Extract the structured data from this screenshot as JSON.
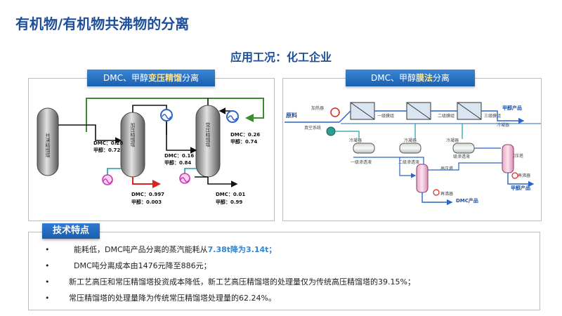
{
  "header": {
    "title": "有机物/有机物共沸物的分离",
    "subtitle": "应用工况：化工企业"
  },
  "left_panel": {
    "tab_prefix": "DMC、甲醇",
    "tab_bold": "变压精馏",
    "tab_suffix": "分离",
    "towers": [
      {
        "label": "共沸精馏塔"
      },
      {
        "label": "加压精馏塔"
      },
      {
        "label": "常压精馏塔"
      }
    ],
    "streams": {
      "s1_dmc": "DMC：0.28",
      "s1_meoh": "甲醇：0.72",
      "s2_dmc": "DMC：0.16",
      "s2_meoh": "甲醇：0.84",
      "s3_dmc": "DMC：0.26",
      "s3_meoh": "甲醇：0.74",
      "s4_dmc": "DMC：0.997",
      "s4_meoh": "甲醇：0.003",
      "s5_dmc": "DMC：0.01",
      "s5_meoh": "甲醇：0.99"
    }
  },
  "right_panel": {
    "tab_prefix": "DMC、甲醇",
    "tab_bold": "膜法",
    "tab_suffix": "分离",
    "labels": {
      "feed": "原料",
      "heater": "加热器",
      "vacuum": "真空系统",
      "stage1": "一级膜组",
      "stage2": "二级膜组",
      "stage3": "三级膜组",
      "condenser1": "冷凝器",
      "condenser2": "冷凝器",
      "condenser3": "冷凝器",
      "cond_top": "冷凝器",
      "permeate1": "一级渗透液",
      "permeate2": "二级渗透液",
      "permeate3": "级渗透液",
      "col1": "高压塔",
      "col2": "常压塔",
      "reboiler1": "再沸器",
      "reboiler2": "再沸器",
      "methanol_product_1": "甲醇产品",
      "methanol_product_2": "甲醇产品",
      "dmc_product": "DMC产品"
    }
  },
  "tech": {
    "heading": "技术特点",
    "bullets": [
      {
        "dot": "•",
        "text": "能耗低，DMC吨产品分离的蒸汽能耗从",
        "highlight": "7.38t降为3.14t；"
      },
      {
        "dot": "•",
        "text": "DMC吨分离成本由1476元降至886元；",
        "highlight": ""
      },
      {
        "dot": "•",
        "text": "新工艺高压和常压精馏塔投资成本降低，新工艺高压精馏塔的处理量仅为传统高压精馏塔的39.15%；",
        "highlight": ""
      },
      {
        "dot": "•",
        "text": "常压精馏塔的处理量降为传统常压精馏塔处理量的62.24%。",
        "highlight": ""
      }
    ]
  },
  "colors": {
    "title_blue": "#1f4e9a",
    "tab_blue": "#1c5fb0",
    "highlight": "#2f86d4",
    "pipe_green": "#3a8c2e",
    "pipe_blue": "#2b63c7",
    "pipe_red": "#d22",
    "pipe_cyan": "#1f9aa7"
  }
}
